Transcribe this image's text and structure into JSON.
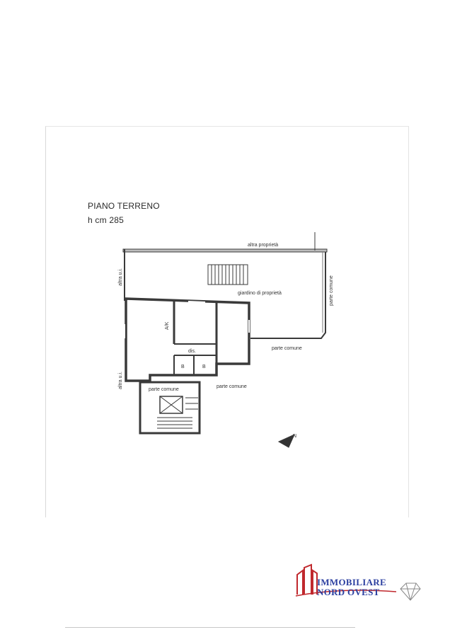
{
  "plan": {
    "floor_title": "PIANO TERRENO",
    "ceiling_height": "h cm 285",
    "labels": {
      "altra_proprieta": "altra proprietà",
      "giardino": "giardino di proprietà",
      "parte_comune_right": "parte comune",
      "parte_comune_mid": "parte comune",
      "parte_comune_bottom": "parte comune",
      "parte_comune_landing": "parte comune",
      "altra_ui_top": "altra u.i.",
      "altra_ui_bottom": "altra u.i.",
      "ak": "A/K",
      "dis": "dis.",
      "bath_1": "B",
      "bath_2": "B",
      "north": "N"
    }
  },
  "logo": {
    "line1": "IMMOBILIARE",
    "line2": "NORD OVEST",
    "colors": {
      "text": "#2b3fa0",
      "building": "#c0282d"
    }
  }
}
